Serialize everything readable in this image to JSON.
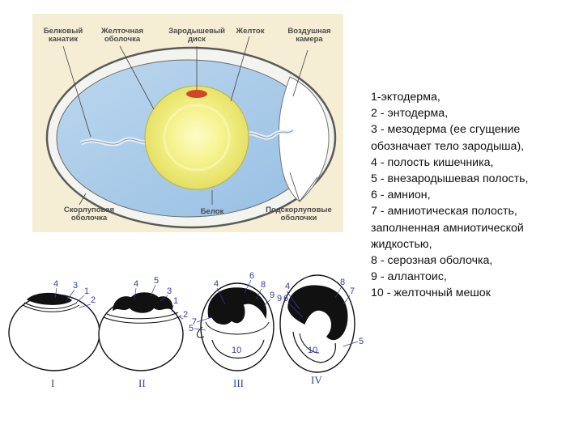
{
  "egg": {
    "labels": {
      "chalaza": [
        "Белковый",
        "канатик"
      ],
      "vitelline": [
        "Желточная",
        "оболочка"
      ],
      "germinal_disc": [
        "Зародышевый",
        "диск"
      ],
      "yolk": [
        "Желток"
      ],
      "air_cell": [
        "Воздушная",
        "камера"
      ],
      "shell_membrane": [
        "Скорлуповая",
        "оболочка"
      ],
      "albumen": [
        "Белок"
      ],
      "subshell_membranes": [
        "Подскорлуповые",
        "оболочки"
      ]
    },
    "colors": {
      "background": "#f5eed4",
      "shell_ring": "#f3f3ef",
      "albumen": "#a9cbe9",
      "yolk_outer": "#e5e26a",
      "yolk_inner": "#fbf9b8",
      "germinal_disc": "#d1462a",
      "air_cell": "#ffffff"
    }
  },
  "legend": {
    "lines": [
      "1-эктодерма,",
      "2 - энтодерма,",
      "3 - мезодерма (ее сгущение",
      "обозначает тело зародыша),",
      "4 - полость кишечника,",
      "5 - внезародышевая полость,",
      "6 - амнион,",
      "7 - амниотическая полость,",
      "заполненная амниотической",
      "жидкостью,",
      "8 - серозная оболочка,",
      "9 - аллантоис,",
      "10 - желточный мешок"
    ]
  },
  "stages": {
    "roman": [
      "I",
      "II",
      "III",
      "IV"
    ],
    "stage1_labels": [
      "4",
      "3",
      "1",
      "2"
    ],
    "stage2_labels": [
      "4",
      "5",
      "3",
      "1",
      "2"
    ],
    "stage3_labels": [
      "6",
      "4",
      "8",
      "9",
      "7",
      "5",
      "10"
    ],
    "stage4_labels": [
      "4",
      "9",
      "6",
      "8",
      "7",
      "10",
      "5"
    ],
    "colors": {
      "labels": "#3a3aa8",
      "ink": "#111111"
    }
  }
}
